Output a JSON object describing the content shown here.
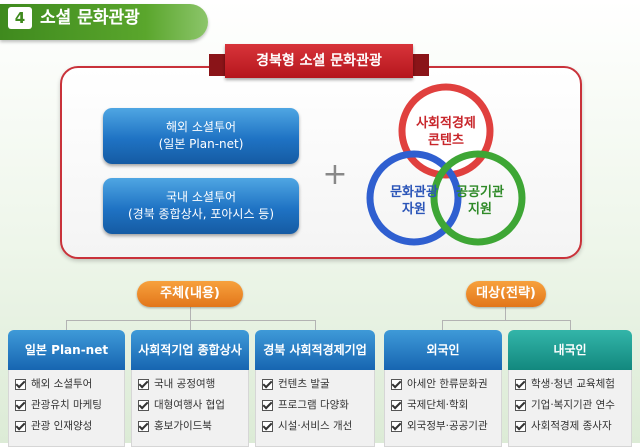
{
  "section": {
    "number": "4",
    "title": "소셜 문화관광"
  },
  "banner": {
    "title": "경북형 소셜 문화관광"
  },
  "tours": [
    {
      "line1": "해외 소셜투어",
      "line2": "(일본 Plan-net)"
    },
    {
      "line1": "국내 소셜투어",
      "line2": "(경북 종합상사, 포아시스 등)"
    }
  ],
  "plus": "+",
  "venn": {
    "top": {
      "line1": "사회적경제",
      "line2": "콘텐츠"
    },
    "left": {
      "line1": "문화관광",
      "line2": "자원"
    },
    "right": {
      "line1": "공공기관",
      "line2": "지원"
    }
  },
  "groups": {
    "subject": {
      "label": "주체(내용)"
    },
    "target": {
      "label": "대상(전략)"
    }
  },
  "cards": [
    {
      "title": "일본 Plan-net",
      "items": [
        "해외 소셜투어",
        "관광유치 마케팅",
        "관광 인재양성"
      ]
    },
    {
      "title": "사회적기업 종합상사",
      "items": [
        "국내 공정여행",
        "대형여행사 협업",
        "홍보가이드북"
      ]
    },
    {
      "title": "경북 사회적경제기업",
      "items": [
        "컨텐츠 발굴",
        "프로그램 다양화",
        "시설·서비스 개선"
      ]
    },
    {
      "title": "외국인",
      "items": [
        "아세안 한류문화권",
        "국제단체·학회",
        "외국정부·공공기관"
      ]
    },
    {
      "title": "내국인",
      "items": [
        "학생·청년 교육체험",
        "기업·복지기관 연수",
        "사회적경제 종사자"
      ]
    }
  ],
  "colors": {
    "header_green": "#4f9a25",
    "banner_red": "#c3242b",
    "tour_blue": "#1f73c4",
    "venn_red": "#e0403e",
    "venn_blue": "#2f5fd0",
    "venn_green": "#3ea635",
    "pill_orange": "#ee8a25",
    "card_blue": "#1f78c6",
    "card_teal": "#1a9a8e"
  }
}
